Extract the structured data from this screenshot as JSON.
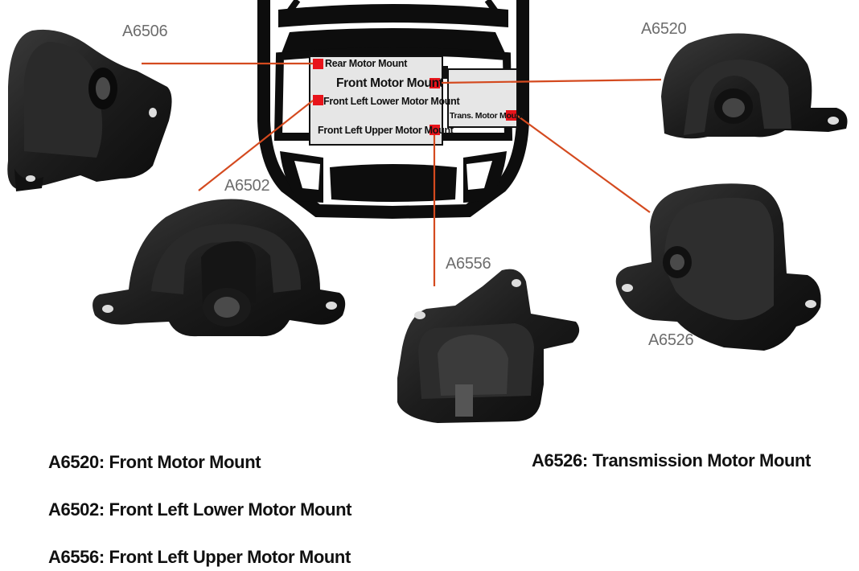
{
  "diagram": {
    "labels": {
      "rear": "Rear Motor Mount",
      "front": "Front Motor Mount",
      "front_left_lower": "Front Left Lower Motor Mount",
      "front_left_upper": "Front Left Upper Motor Mount",
      "trans": "Trans. Motor Mount"
    },
    "colors": {
      "marker": "#e8141b",
      "leader": "#d44a1f",
      "car_outline": "#0d0d0d",
      "mount_rubber": "#1b1b1b"
    }
  },
  "parts": {
    "a6506": "A6506",
    "a6520": "A6520",
    "a6502": "A6502",
    "a6556": "A6556",
    "a6526": "A6526"
  },
  "legend": {
    "line1": "A6520: Front Motor Mount",
    "line2": "A6502: Front Left Lower Motor Mount",
    "line3": "A6556: Front Left Upper Motor Mount",
    "line4": "A6526: Transmission Motor Mount"
  }
}
